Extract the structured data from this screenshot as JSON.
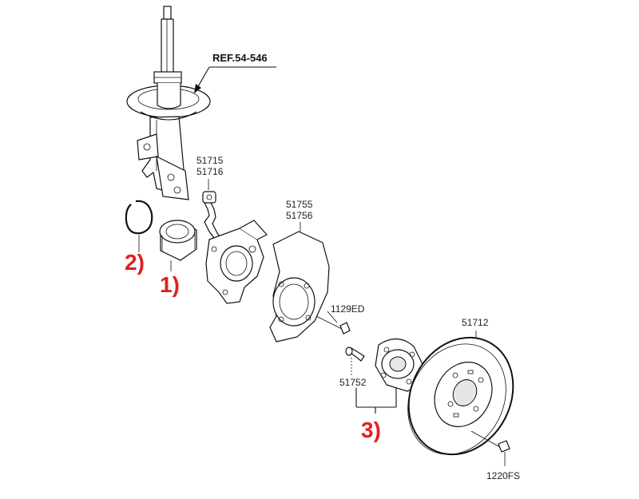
{
  "labels": {
    "ref": "REF.54-546",
    "p51715": "51715",
    "p51716": "51716",
    "p51755": "51755",
    "p51756": "51756",
    "p1129ed": "1129ED",
    "p51712": "51712",
    "p51752": "51752",
    "p1220fs": "1220FS"
  },
  "markers": {
    "m1": "1)",
    "m2": "2)",
    "m3": "3)"
  },
  "colors": {
    "marker": "#e02020",
    "line": "#111111"
  }
}
